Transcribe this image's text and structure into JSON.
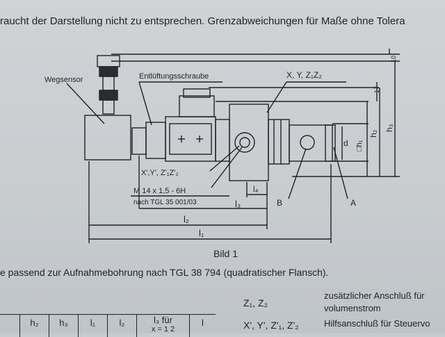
{
  "header_text": "raucht der Darstellung nicht zu entsprechen. Grenzabweichungen für Maße ohne Tolera",
  "figure_caption": "Bild 1",
  "subtitle_text": "e passend zur Aufnahmebohrung nach TGL 38 794 (quadratischer Flansch).",
  "drawing": {
    "label_wegsensor": "Wegsensor",
    "label_entlueftung": "Entlüftungsschraube",
    "label_xyz": "X, Y, Z₁Z₂",
    "label_xyz_small": "X',Y', Z'₁Z'₂",
    "label_thread": "M 14 x 1,5 - 6H",
    "label_tgl": "nach TGL 35 001/03",
    "dim_l1": "l₁",
    "dim_l2": "l₂",
    "dim_l3": "l₃",
    "dim_l4": "l₄",
    "dim_h1": "□h₁",
    "dim_h2": "h₂",
    "dim_h3": "h₃",
    "dim_d": "d",
    "dim_10": "10",
    "dim_17": "17",
    "label_a": "A",
    "label_b": "B"
  },
  "legend": [
    {
      "symbol": "Z₁, Z₂",
      "description": "zusätzlicher Anschluß für",
      "description_2": "volumenstrom"
    },
    {
      "symbol": "X', Y', Z'₁, Z'₂",
      "description": "Hilfsanschluß für Steuervo",
      "description_2": ""
    }
  ],
  "table_headers": [
    "h₂",
    "h₃",
    "l₁",
    "l₂",
    "l₃ für",
    "l"
  ],
  "table_subheader": "x = 1 2"
}
